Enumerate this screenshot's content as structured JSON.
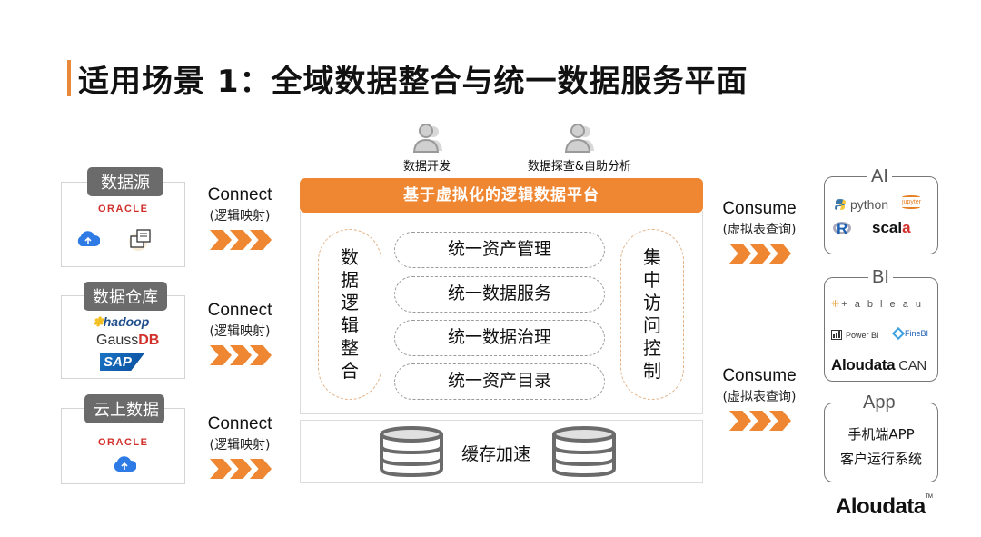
{
  "title": "适用场景 1：全域数据整合与统一数据服务平面",
  "colors": {
    "accent": "#ef8632",
    "tag_bg": "#6b6b6b",
    "oracle_red": "#d2302b"
  },
  "sources": [
    {
      "tag": "数据源",
      "items": [
        "ORACLE",
        "cloud-icon",
        "folder-icon"
      ]
    },
    {
      "tag": "数据仓库",
      "items": [
        "hadoop",
        "GaussDB",
        "SAP"
      ]
    },
    {
      "tag": "云上数据",
      "items": [
        "ORACLE",
        "cloud-icon"
      ]
    }
  ],
  "connect": [
    {
      "en": "Connect",
      "cn": "(逻辑映射)"
    },
    {
      "en": "Connect",
      "cn": "(逻辑映射)"
    },
    {
      "en": "Connect",
      "cn": "(逻辑映射)"
    }
  ],
  "users": [
    {
      "label": "数据开发",
      "icon": "user-group-icon"
    },
    {
      "label": "数据探查&自助分析",
      "icon": "user-group-icon"
    }
  ],
  "platform": {
    "header": "基于虚拟化的逻辑数据平台",
    "left_pill": [
      "数",
      "据",
      "逻",
      "辑",
      "整",
      "合"
    ],
    "right_pill": [
      "集",
      "中",
      "访",
      "问",
      "控",
      "制"
    ],
    "middle": [
      "统一资产管理",
      "统一数据服务",
      "统一数据治理",
      "统一资产目录"
    ],
    "cache": "缓存加速"
  },
  "consume": [
    {
      "en": "Consume",
      "cn": "(虚拟表查询)"
    },
    {
      "en": "Consume",
      "cn": "(虚拟表查询)"
    }
  ],
  "outputs": {
    "ai": {
      "tag": "AI",
      "items": [
        "python",
        "jupyter",
        "R",
        "scala"
      ]
    },
    "bi": {
      "tag": "BI",
      "items": [
        "tableau",
        "Power BI",
        "FineBI",
        "Aloudata",
        "CAN"
      ]
    },
    "app": {
      "tag": "App",
      "items": [
        "手机端APP",
        "客户运行系统"
      ]
    }
  },
  "logos": {
    "oracle": "ORACLE",
    "hadoop": "hadoop",
    "gauss_a": "Gauss",
    "gauss_b": "DB",
    "sap": "SAP",
    "python": "python",
    "jupyter": "jupyter",
    "r": "R",
    "scala_a": "scal",
    "scala_b": "a",
    "tableau": "+ a b l e a u",
    "powerbi": "Power BI",
    "finebi": "FineBI",
    "aloudata": "Aloudata",
    "can": " CAN"
  },
  "brand": {
    "name": "Aloudata",
    "tm": "TM"
  }
}
